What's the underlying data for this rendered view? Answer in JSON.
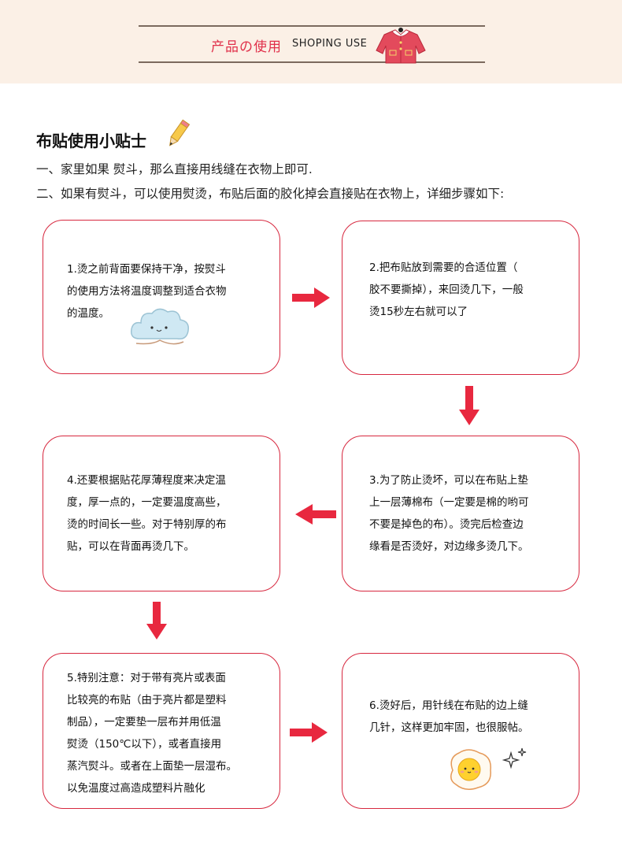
{
  "banner": {
    "title_cn": "产品の使用",
    "title_en": "SHOPING USE"
  },
  "section": {
    "title": "布贴使用小贴士",
    "intro": [
      "一、家里如果 熨斗，那么直接用线缝在衣物上即可.",
      "二、如果有熨斗，可以使用熨烫，布贴后面的胶化掉会直接贴在衣物上，详细步骤如下:"
    ]
  },
  "steps": [
    {
      "lines": [
        "1.烫之前背面要保持干净，按熨斗",
        "的使用方法将温度调整到适合衣物",
        "的温度。"
      ]
    },
    {
      "lines": [
        "2.把布贴放到需要的合适位置（",
        "胶不要撕掉），来回烫几下，一般",
        "烫15秒左右就可以了"
      ]
    },
    {
      "lines": [
        "3.为了防止烫坏，可以在布贴上垫",
        "上一层薄棉布（一定要是棉的哟可",
        "不要是掉色的布）。烫完后检查边",
        "缘看是否烫好，对边缘多烫几下。"
      ]
    },
    {
      "lines": [
        "4.还要根据贴花厚薄程度来决定温",
        "度，厚一点的，一定要温度高些，",
        "烫的时间长一些。对于特别厚的布",
        "贴，可以在背面再烫几下。"
      ]
    },
    {
      "lines": [
        "5.特别注意：对于带有亮片或表面",
        "比较亮的布贴（由于亮片都是塑料",
        "制品），一定要垫一层布并用低温",
        "熨烫（150℃以下），或者直接用",
        "蒸汽熨斗。或者在上面垫一层湿布。",
        "以免温度过高造成塑料片融化"
      ]
    },
    {
      "lines": [
        "6.烫好后，用针线在布贴的边上缝",
        "几针，这样更加牢固，也很服帖。"
      ]
    }
  ],
  "colors": {
    "accent": "#e0304a",
    "box_border": "#d7283f",
    "arrow": "#e8283f",
    "banner_bg": "#fbf0e6"
  },
  "icons": [
    "jacket-icon",
    "pencil-icon",
    "cloud-icon",
    "egg-icon",
    "sparkle-icon",
    "arrow-right-icon",
    "arrow-down-icon",
    "arrow-left-icon"
  ]
}
